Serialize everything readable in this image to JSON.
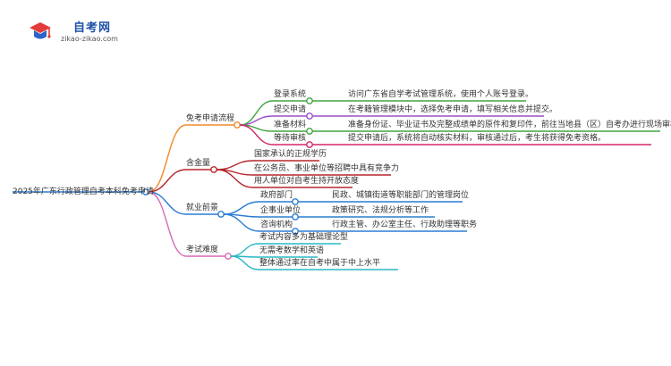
{
  "logo": {
    "title": "自考网",
    "url": "zikao-zikao.com"
  },
  "root": {
    "label": "2025年广东行政管理自考本科免考申请"
  },
  "branches": [
    {
      "label": "免考申请流程",
      "color": "#f08a2a",
      "items": [
        {
          "label": "登录系统",
          "color": "#3fa53f",
          "detail": "访问广东省自学考试管理系统，使用个人账号登录。"
        },
        {
          "label": "提交申请",
          "color": "#9c4fc9",
          "detail": "在考籍管理模块中，选择免考申请，填写相关信息并提交。"
        },
        {
          "label": "准备材料",
          "color": "#3fa53f",
          "detail": "准备身份证、毕业证书及完整成绩单的原件和复印件，前往当地县（区）自考办进行现场审核。"
        },
        {
          "label": "等待审核",
          "color": "#d6266a",
          "detail": "提交申请后，系统将自动核实材料，审核通过后，考生将获得免考资格。"
        }
      ]
    },
    {
      "label": "含金量",
      "color": "#b5262b",
      "items": [
        {
          "label": "国家承认的正规学历",
          "color": "#b5262b"
        },
        {
          "label": "在公务员、事业单位等招聘中具有竞争力",
          "color": "#b5262b"
        },
        {
          "label": "用人单位对自考生持开放态度",
          "color": "#b5262b"
        }
      ]
    },
    {
      "label": "就业前景",
      "color": "#2b7dd3",
      "items": [
        {
          "label": "政府部门",
          "color": "#2b7dd3",
          "detail": "民政、城镇街道等职能部门的管理岗位"
        },
        {
          "label": "企事业单位",
          "color": "#2b7dd3",
          "detail": "政策研究、法规分析等工作"
        },
        {
          "label": "咨询机构",
          "color": "#2b7dd3",
          "detail": "行政主管、办公室主任、行政助理等职务"
        }
      ]
    },
    {
      "label": "考试难度",
      "color": "#d56ab5",
      "items": [
        {
          "label": "考试内容多为基础理论型",
          "color": "#2bb7c4"
        },
        {
          "label": "无需考数学和英语",
          "color": "#2bb7c4"
        },
        {
          "label": "整体通过率在自考中属于中上水平",
          "color": "#2bb7c4"
        }
      ]
    }
  ]
}
